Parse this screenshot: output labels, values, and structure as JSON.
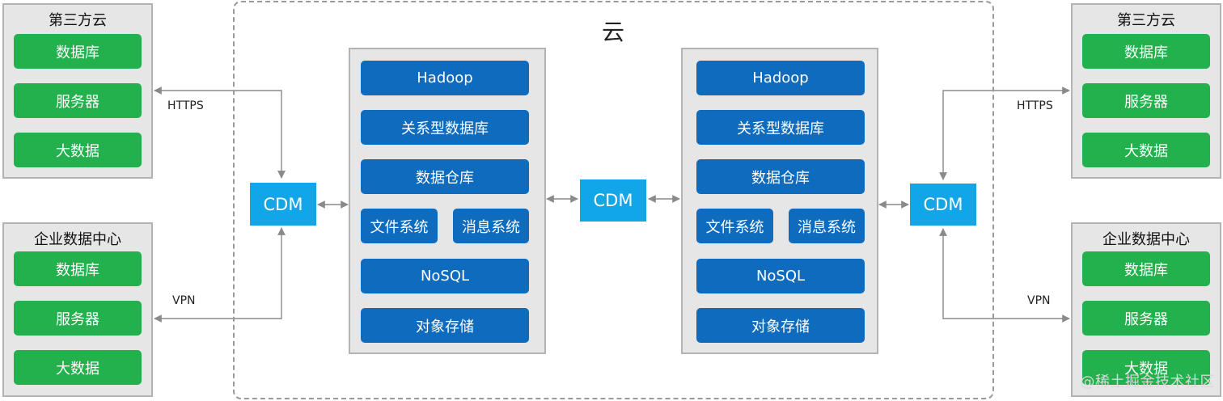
{
  "cloud": {
    "title": "云"
  },
  "external_left": [
    {
      "title": "第三方云",
      "items": [
        "数据库",
        "服务器",
        "大数据"
      ]
    },
    {
      "title": "企业数据中心",
      "items": [
        "数据库",
        "服务器",
        "大数据"
      ]
    }
  ],
  "external_right": [
    {
      "title": "第三方云",
      "items": [
        "数据库",
        "服务器",
        "大数据"
      ]
    },
    {
      "title": "企业数据中心",
      "items": [
        "数据库",
        "服务器",
        "大数据"
      ]
    }
  ],
  "platform_left": {
    "rows": [
      "Hadoop",
      "关系型数据库",
      "数据仓库"
    ],
    "pair": [
      "文件系统",
      "消息系统"
    ],
    "rows_after": [
      "NoSQL",
      "对象存储"
    ]
  },
  "platform_right": {
    "rows": [
      "Hadoop",
      "关系型数据库",
      "数据仓库"
    ],
    "pair": [
      "文件系统",
      "消息系统"
    ],
    "rows_after": [
      "NoSQL",
      "对象存储"
    ]
  },
  "cdm": {
    "left": "CDM",
    "center": "CDM",
    "right": "CDM"
  },
  "connections": {
    "left_top": "HTTPS",
    "left_bottom": "VPN",
    "right_top": "HTTPS",
    "right_bottom": "VPN"
  },
  "colors": {
    "green": "#22b14c",
    "blue": "#0f6bbd",
    "cyan": "#11a6e8",
    "panel": "#e6e6e6"
  },
  "watermark": "@稀土掘金技术社区"
}
